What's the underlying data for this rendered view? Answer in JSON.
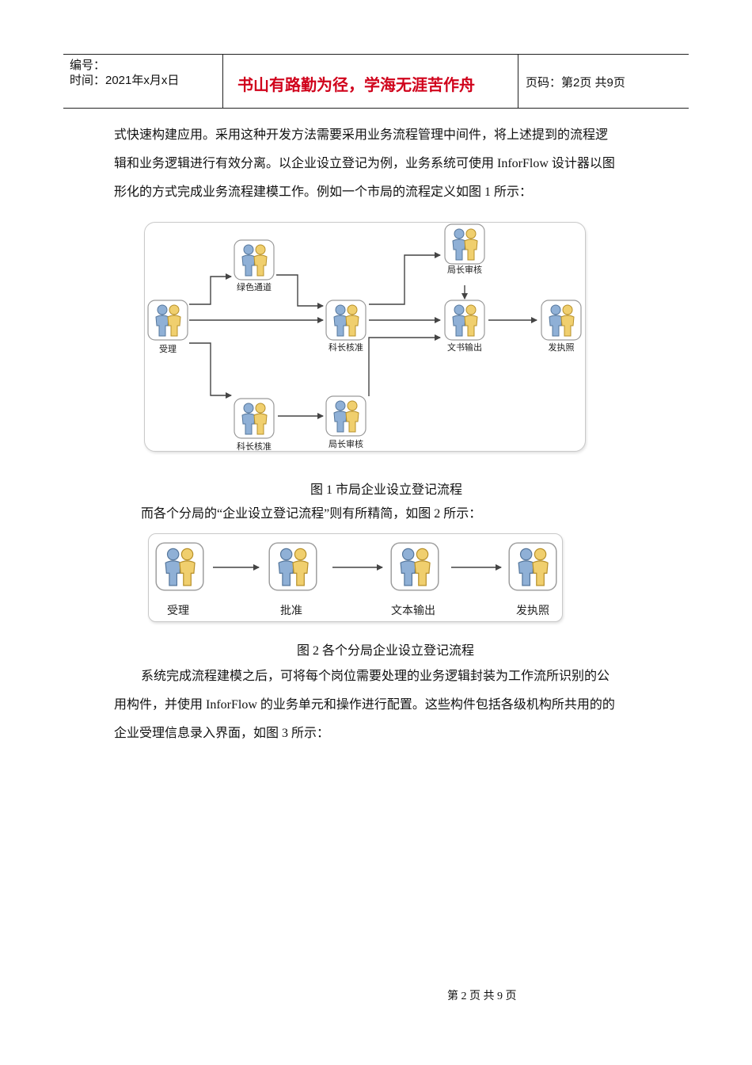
{
  "header": {
    "number_label": "编号：",
    "date_label": "时间：2021年x月x日",
    "motto": "书山有路勤为径，学海无涯苦作舟",
    "page_label": "页码：第2页  共9页"
  },
  "paragraphs": {
    "p1_line1": "式快速构建应用。采用这种开发方法需要采用业务流程管理中间件，将上述提到的流程逻",
    "p1_line2": "辑和业务逻辑进行有效分离。以企业设立登记为例，业务系统可使用 InforFlow 设计器以图",
    "p1_line3": "形化的方式完成业务流程建模工作。例如一个市局的流程定义如图 1 所示：",
    "p2": "而各个分局的“企业设立登记流程”则有所精简，如图 2 所示：",
    "p3_line1": "系统完成流程建模之后，可将每个岗位需要处理的业务逻辑封装为工作流所识别的公",
    "p3_line2": "用构件，并使用 InforFlow 的业务单元和操作进行配置。这些构件包括各级机构所共用的的",
    "p3_line3": "企业受理信息录入界面，如图 3 所示："
  },
  "figure1": {
    "caption": "图 1 市局企业设立登记流程",
    "nodes": {
      "accept": "受理",
      "green_channel": "绿色通道",
      "section_approve_mid": "科长核准",
      "section_approve_bottom": "科长核准",
      "director_review_bottom": "局长审核",
      "director_review_top": "局长审核",
      "document_output": "文书输出",
      "issue_license": "发执照"
    }
  },
  "figure2": {
    "caption": "图 2 各个分局企业设立登记流程",
    "nodes": {
      "accept": "受理",
      "approve": "批准",
      "document_output": "文本输出",
      "issue_license": "发执照"
    }
  },
  "footer": {
    "page_text": "第 2 页 共 9 页"
  },
  "colors": {
    "motto_red": "#d0021b",
    "person_blue": "#8fb0d6",
    "person_yellow": "#f0cf6e"
  }
}
